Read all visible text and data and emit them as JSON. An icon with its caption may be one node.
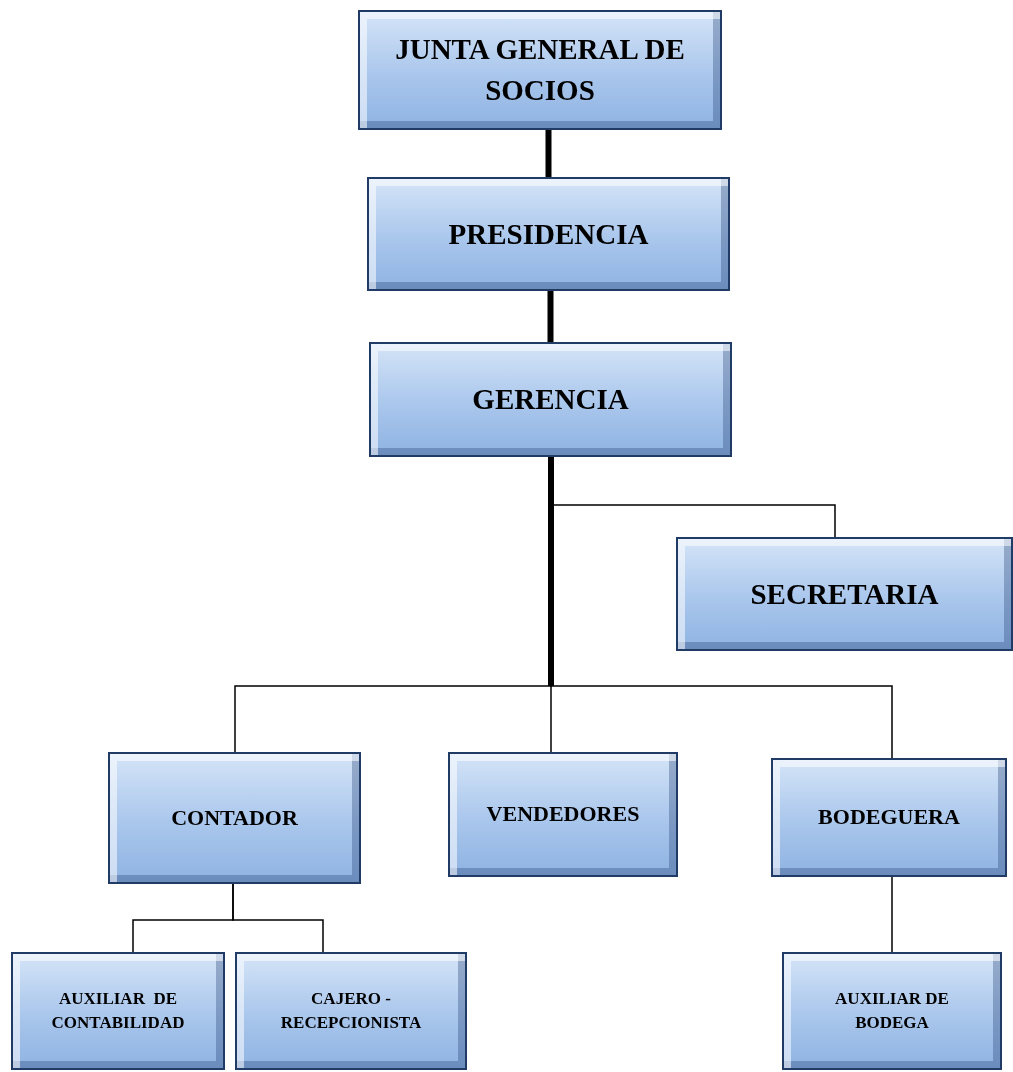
{
  "diagram": {
    "nodes": [
      {
        "text": [
          "JUNTA GENERAL DE SOCIOS"
        ]
      },
      {
        "text": [
          "PRESIDENCIA"
        ]
      },
      {
        "text": [
          "GERENCIA"
        ]
      },
      {
        "text": [
          "SECRETARIA"
        ]
      },
      {
        "text": [
          "CONTADOR"
        ]
      },
      {
        "text": [
          "VENDEDORES"
        ]
      },
      {
        "text": [
          "BODEGUERA"
        ]
      },
      {
        "text": [
          "AUXILIAR  DE CONTABILIDAD"
        ]
      },
      {
        "text": [
          "CAJERO - RECEPCIONISTA"
        ]
      },
      {
        "text": [
          "AUXILIAR DE BODEGA"
        ]
      }
    ],
    "edges": [
      {
        "from": 0,
        "to": 1,
        "arrow": "none",
        "style": "thick"
      },
      {
        "from": 1,
        "to": 2,
        "arrow": "none",
        "style": "thick"
      },
      {
        "from": 2,
        "to": 3,
        "arrow": "none"
      },
      {
        "from": 2,
        "to": 4,
        "arrow": "none"
      },
      {
        "from": 2,
        "to": 5,
        "arrow": "none"
      },
      {
        "from": 2,
        "to": 6,
        "arrow": "none"
      },
      {
        "from": 4,
        "to": 7,
        "arrow": "none"
      },
      {
        "from": 4,
        "to": 8,
        "arrow": "none"
      },
      {
        "from": 6,
        "to": 9,
        "arrow": "none"
      }
    ]
  }
}
